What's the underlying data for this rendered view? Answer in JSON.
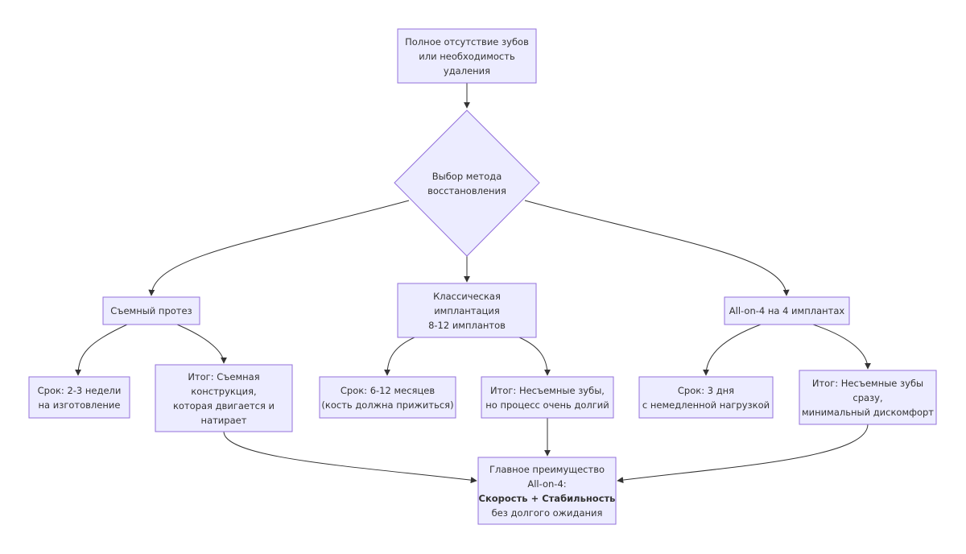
{
  "nodes": {
    "start": {
      "lines": [
        "Полное отсутствие зубов",
        "или необходимость",
        "удаления"
      ]
    },
    "decision": {
      "lines": [
        "Выбор метода",
        "восстановления"
      ]
    },
    "removable": {
      "lines": [
        "Съемный протез"
      ]
    },
    "classic": {
      "lines": [
        "Классическая",
        "имплантация",
        "8-12 имплантов"
      ]
    },
    "allon4": {
      "lines": [
        "All-on-4 на 4 имплантах"
      ]
    },
    "removable_term": {
      "lines": [
        "Срок: 2-3 недели",
        "на изготовление"
      ]
    },
    "removable_result": {
      "lines": [
        "Итог: Съемная",
        "конструкция,",
        "которая двигается и",
        "натирает"
      ]
    },
    "classic_term": {
      "lines": [
        "Срок: 6-12 месяцев",
        "(кость должна прижиться)"
      ]
    },
    "classic_result": {
      "lines": [
        "Итог: Несъемные зубы,",
        "но процесс очень долгий"
      ]
    },
    "allon4_term": {
      "lines": [
        "Срок: 3 дня",
        "с немедленной нагрузкой"
      ]
    },
    "allon4_result": {
      "lines": [
        "Итог: Несъемные зубы",
        "сразу,",
        "минимальный дискомфорт"
      ]
    },
    "advantage": {
      "lines": [
        "Главное преимущество",
        "All-on-4:",
        "Скорость + Стабильность",
        "без долгого ожидания"
      ],
      "bold_line": 2
    }
  },
  "style": {
    "node_fill": "#ececff",
    "node_border": "#9370db",
    "edge_color": "#333333",
    "text_color": "#333333"
  }
}
